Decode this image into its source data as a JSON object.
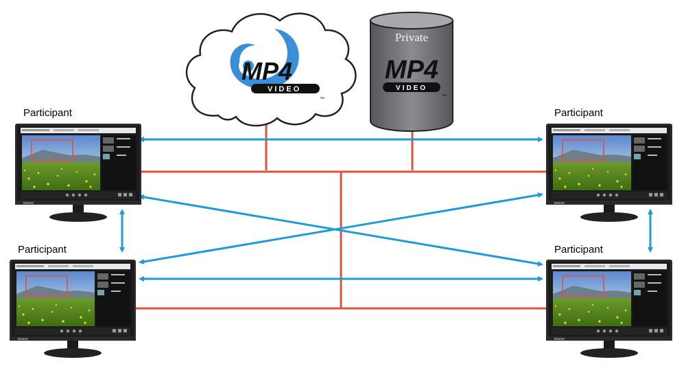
{
  "cloud_source": {
    "logo_text": "MP4",
    "logo_sub": "VIDEO",
    "trademark": "™"
  },
  "private_source": {
    "label": "Private",
    "logo_text": "MP4",
    "logo_sub": "VIDEO",
    "trademark": "™"
  },
  "participants": [
    {
      "label": "Participant",
      "brand": "lenovo"
    },
    {
      "label": "Participant",
      "brand": "lenovo"
    },
    {
      "label": "Participant",
      "brand": "lenovo"
    },
    {
      "label": "Participant",
      "brand": "lenovo"
    }
  ],
  "colors": {
    "sync_arrow": "#1e9bd7",
    "stream_line": "#e0503c",
    "cloud_swirl": "#3a8fd8",
    "cylinder": "#6d6e71"
  }
}
